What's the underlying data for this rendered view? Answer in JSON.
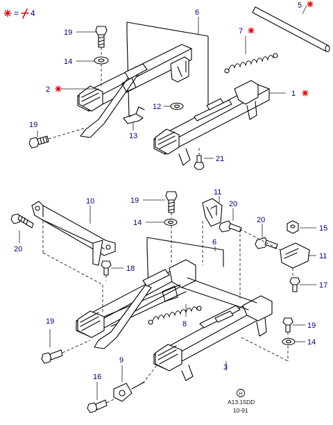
{
  "legend": {
    "equals": "=",
    "ref_number": "4"
  },
  "callouts": {
    "c5": "5",
    "c6_top": "6",
    "c7": "7",
    "c19_top": "19",
    "c14_top": "14",
    "c2": "2",
    "c1": "1",
    "c12": "12",
    "c13": "13",
    "c19_left": "19",
    "c21": "21",
    "c11_top": "11",
    "c19_mid": "19",
    "c10": "10",
    "c20_mid": "20",
    "c14_mid": "14",
    "c20_left": "20",
    "c18": "18",
    "c6_bottom": "6",
    "c20_right": "20",
    "c15": "15",
    "c11_right": "11",
    "c17": "17",
    "c8": "8",
    "c19_lower_left": "19",
    "c19_lower_right": "19",
    "c14_lower_right": "14",
    "c3": "3",
    "c9": "9",
    "c16": "16"
  },
  "footer": {
    "logo_letter": "H",
    "drawing_code": "A13.15DD",
    "date": "10-91"
  },
  "colors": {
    "callout_text": "#000080",
    "star_mark": "#e00000",
    "linework": "#000000"
  }
}
